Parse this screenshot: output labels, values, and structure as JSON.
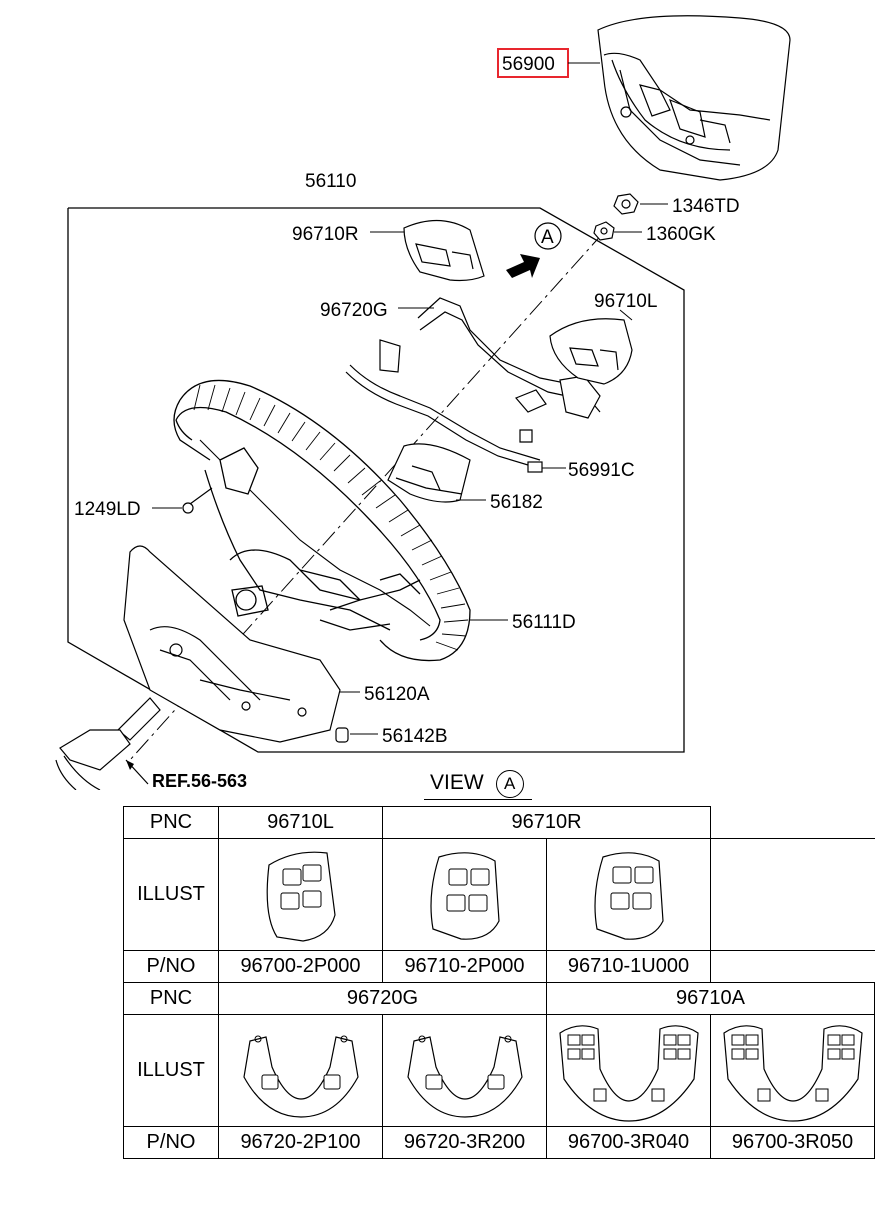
{
  "diagram": {
    "callouts": {
      "c56900": "56900",
      "c56110": "56110",
      "c1346TD": "1346TD",
      "c1360GK": "1360GK",
      "c96710R": "96710R",
      "c96720G": "96720G",
      "c96710L": "96710L",
      "c56991C": "56991C",
      "c1249LD": "1249LD",
      "c56182": "56182",
      "c56111D": "56111D",
      "c56120A": "56120A",
      "c56142B": "56142B",
      "ref": "REF.56-563",
      "view_marker": "A"
    },
    "highlight_color": "#e8262e"
  },
  "view": {
    "label": "VIEW",
    "marker": "A"
  },
  "table": {
    "row_labels": {
      "pnc": "PNC",
      "illust": "ILLUST",
      "pno": "P/NO"
    },
    "group1": {
      "pnc_left": "96710L",
      "pnc_right": "96710R",
      "pno": [
        "96700-2P000",
        "96710-2P000",
        "96710-1U000"
      ]
    },
    "group2": {
      "pnc_left": "96720G",
      "pnc_right": "96710A",
      "pno": [
        "96720-2P100",
        "96720-3R200",
        "96700-3R040",
        "96700-3R050"
      ]
    }
  }
}
